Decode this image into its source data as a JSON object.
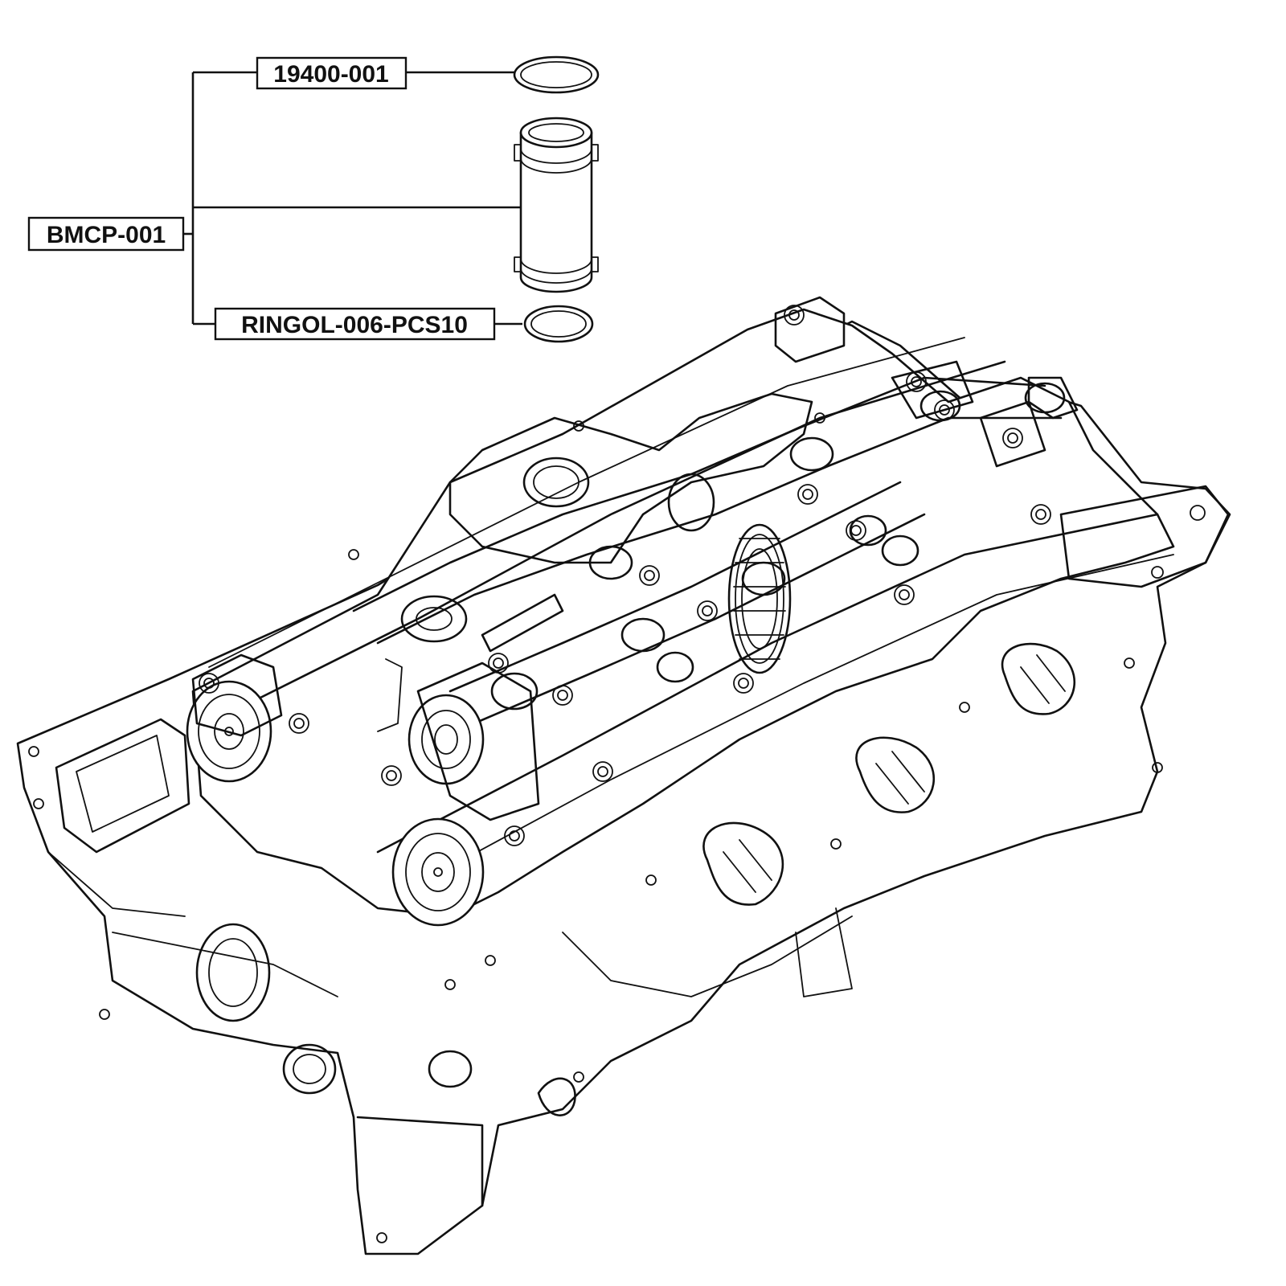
{
  "labels": {
    "kit": "BMCP-001",
    "upper_ring": "19400-001",
    "lower_ring": "RINGOL-006-PCS10"
  },
  "watermark": {
    "brand": "",
    "tagline": ""
  },
  "icons": {
    "upper_ring": "o-ring-icon",
    "sleeve": "sleeve-icon",
    "lower_ring": "o-ring-icon",
    "engine": "cylinder-head-icon"
  }
}
